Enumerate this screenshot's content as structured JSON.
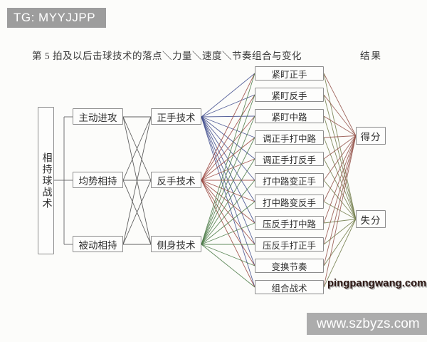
{
  "watermarks": {
    "tg_banner": "TG: MYYJJPP",
    "site_red": "pingpangwang.com",
    "site_banner": "www.szbyzs.com"
  },
  "diagram": {
    "title": "第 5 拍及以后击球技术的落点＼力量＼速度＼节奏组合与变化",
    "result_header": "结果",
    "root": "相持球战术",
    "situations": [
      "主动进攻",
      "均势相持",
      "被动相持"
    ],
    "techniques": [
      "正手技术",
      "反手技术",
      "侧身技术"
    ],
    "tactics": [
      "紧盯正手",
      "紧盯反手",
      "紧盯中路",
      "调正手打中路",
      "调正手打反手",
      "打中路变正手",
      "打中路变反手",
      "压反手打中路",
      "压反手打正手",
      "变换节奏",
      "组合战术"
    ],
    "results": [
      "得分",
      "失分"
    ],
    "line_colors": {
      "bracket": "#666666",
      "situation_to_technique": "#4f4f4f",
      "technique_fans": [
        "#44508f",
        "#9c4a44",
        "#4f7d4a"
      ],
      "to_score": "#96564e",
      "to_lose": "#74804f"
    }
  }
}
